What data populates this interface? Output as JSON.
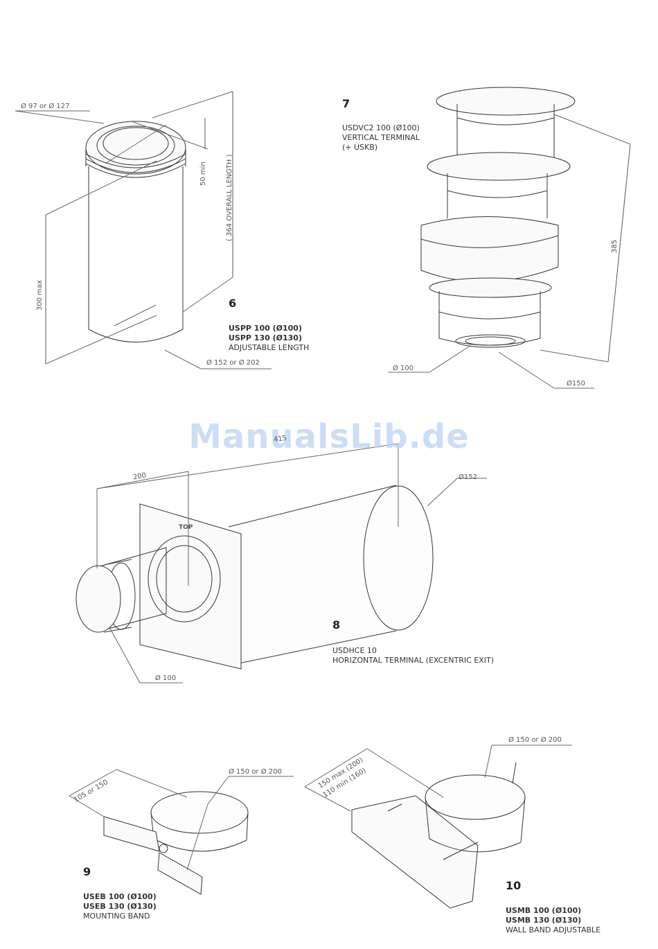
{
  "watermark": "ManualsLib.de",
  "items": [
    {
      "number": "6",
      "lines": [
        "USPP 100 (Ø100)",
        "USPP 130 (Ø130)",
        "ADJUSTABLE LENGTH"
      ],
      "dimensions": {
        "top_diameter": "Ø 97 or Ø 127",
        "bottom_diameter": "Ø 152 or Ø 202",
        "min_insert": "50 min",
        "overall_length": "( 364 OVERALL LENGTH )",
        "max_length": "300 max"
      }
    },
    {
      "number": "7",
      "lines": [
        "USDVC2 100 (Ø100)",
        "VERTICAL TERMINAL",
        "(+ USKB)"
      ],
      "dimensions": {
        "height": "385",
        "inner_diameter": "Ø 100",
        "outer_diameter": "Ø150"
      }
    },
    {
      "number": "8",
      "lines": [
        "USDHCE 10",
        "HORIZONTAL TERMINAL (EXCENTRIC EXIT)"
      ],
      "dimensions": {
        "overall_length": "415",
        "projection": "200",
        "outer_diameter": "Ø152",
        "inner_diameter": "Ø 100",
        "plate_mark": "TOP"
      }
    },
    {
      "number": "9",
      "lines": [
        "USEB 100 (Ø100)",
        "USEB 130 (Ø130)",
        "MOUNTING BAND"
      ],
      "dimensions": {
        "offset": "105 or 150",
        "diameter": "Ø 150 or Ø 200"
      }
    },
    {
      "number": "10",
      "lines": [
        "USMB 100 (Ø100)",
        "USMB 130 (Ø130)",
        "WALL BAND ADJUSTABLE"
      ],
      "dimensions": {
        "max_offset": "150 max (200)",
        "min_offset": "110 min (160)",
        "diameter": "Ø 150 or Ø 200"
      }
    }
  ]
}
